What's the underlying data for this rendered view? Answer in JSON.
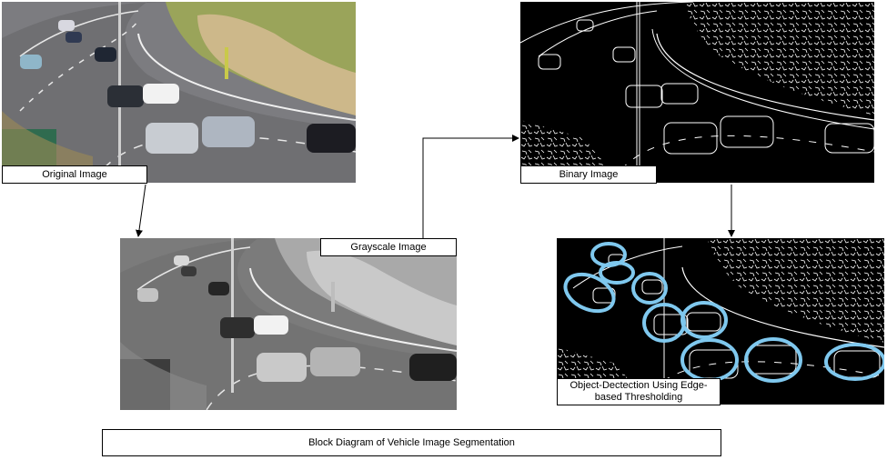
{
  "diagram": {
    "title": "Block Diagram of  Vehicle Image Segmentation",
    "nodes": [
      {
        "id": "original",
        "label": "Original Image"
      },
      {
        "id": "grayscale",
        "label": "Grayscale Image"
      },
      {
        "id": "binary",
        "label": "Binary Image"
      },
      {
        "id": "detection",
        "label": "Object-Dectection Using Edge-based Thresholding"
      }
    ],
    "edges": [
      {
        "from": "original",
        "to": "grayscale"
      },
      {
        "from": "grayscale",
        "to": "binary"
      },
      {
        "from": "binary",
        "to": "detection"
      }
    ],
    "colors": {
      "road": "#6f6f72",
      "grass": "#9aa45a",
      "soil": "#cdb88a",
      "detection_outline": "#7fc8ee",
      "border": "#000000"
    }
  }
}
